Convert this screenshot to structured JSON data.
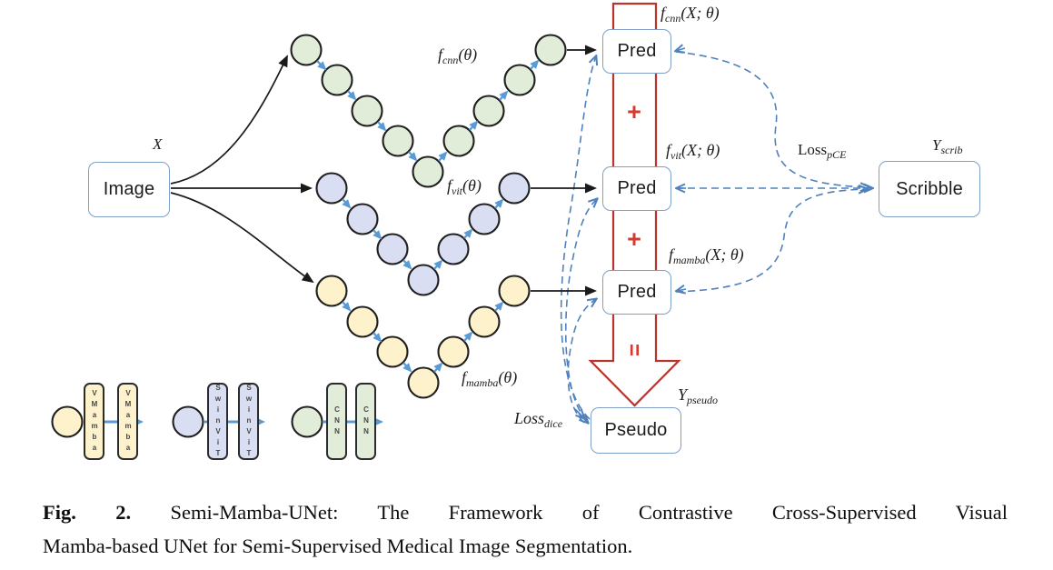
{
  "diagram": {
    "input": {
      "label": "Image",
      "var": "X"
    },
    "branches": [
      {
        "name": "cnn",
        "encoder_block": "CNN",
        "circle_color": "#e2edd9",
        "fn": {
          "base": "f",
          "sub": "cnn",
          "args": "(θ)"
        },
        "pred_fn": {
          "base": "f",
          "sub": "cnn",
          "args": "(X; θ)"
        },
        "pred_label": "Pred"
      },
      {
        "name": "vit",
        "encoder_block": "SwinViT",
        "circle_color": "#d9def2",
        "fn": {
          "base": "f",
          "sub": "vit",
          "args": "(θ)"
        },
        "pred_fn": {
          "base": "f",
          "sub": "vit",
          "args": "(X; θ)"
        },
        "pred_label": "Pred"
      },
      {
        "name": "mamba",
        "encoder_block": "VMamba",
        "circle_color": "#fdf2cc",
        "fn": {
          "base": "f",
          "sub": "mamba",
          "args": "(θ)"
        },
        "pred_fn": {
          "base": "f",
          "sub": "mamba",
          "args": "(X; θ)"
        },
        "pred_label": "Pred"
      }
    ],
    "fusion": {
      "plus": "+",
      "equals": "="
    },
    "pseudo": {
      "label": "Pseudo",
      "var": {
        "base": "Y",
        "sub": "pseudo"
      }
    },
    "scribble": {
      "label": "Scribble",
      "var": {
        "base": "Y",
        "sub": "scrib"
      }
    },
    "losses": {
      "pce": {
        "base": "Loss",
        "sub": "pCE"
      },
      "dice": {
        "base": "Loss",
        "sub": "dice"
      }
    }
  },
  "legend": [
    {
      "block": "VMamba",
      "color": "#fdf2cc"
    },
    {
      "block": "SwinViT",
      "color": "#d9def2"
    },
    {
      "block": "CNN",
      "color": "#e2edd9"
    }
  ],
  "caption": {
    "label": "Fig. 2.",
    "line1": "Semi-Mamba-UNet: The Framework of Contrastive Cross-Supervised Visual",
    "line2": "Mamba-based UNet for Semi-Supervised Medical Image Segmentation."
  },
  "colors": {
    "red_band": "#b7352c",
    "red_op": "#d63a2e",
    "chain_arrow_blue": "#5b9bd5",
    "dashed_blue": "#4f81bd",
    "box_border": "#7ea0c8",
    "black": "#1a1a1a",
    "cnn_fill": "#e2edd9",
    "vit_fill": "#d9def2",
    "mamba_fill": "#fdf2cc"
  }
}
